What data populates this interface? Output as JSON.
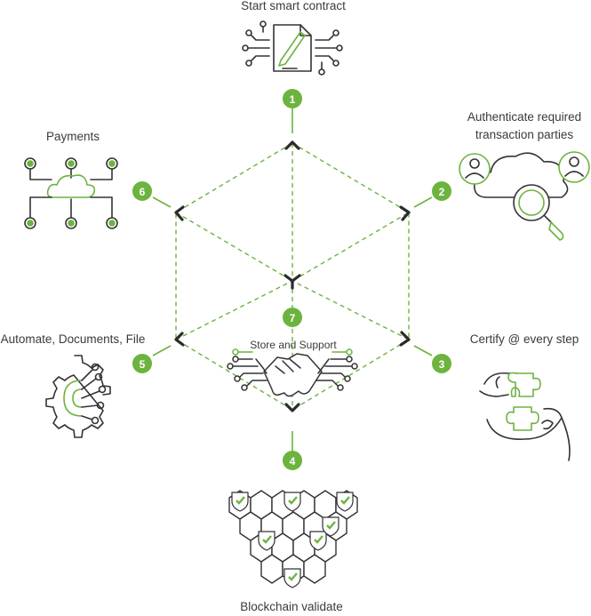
{
  "colors": {
    "accent": "#6db33f",
    "dark": "#2b2b2b",
    "line": "#333333",
    "bg": "#ffffff"
  },
  "steps": [
    {
      "number": "1",
      "label": "Start smart contract",
      "icon": "document-pen-circuit-icon"
    },
    {
      "number": "2",
      "label_lines": [
        "Authenticate required",
        "transaction parties"
      ],
      "icon": "cloud-magnifier-people-icon"
    },
    {
      "number": "3",
      "label": "Certify @ every step",
      "icon": "puzzle-hands-icon"
    },
    {
      "number": "4",
      "label": "Blockchain validate",
      "icon": "hexagon-blocks-check-icon"
    },
    {
      "number": "5",
      "label": "Automate, Documents, File",
      "icon": "gear-circuit-icon"
    },
    {
      "number": "6",
      "label": "Payments",
      "icon": "cloud-network-icon"
    },
    {
      "number": "7",
      "label": "Store and Support",
      "icon": "handshake-circuit-icon"
    }
  ]
}
